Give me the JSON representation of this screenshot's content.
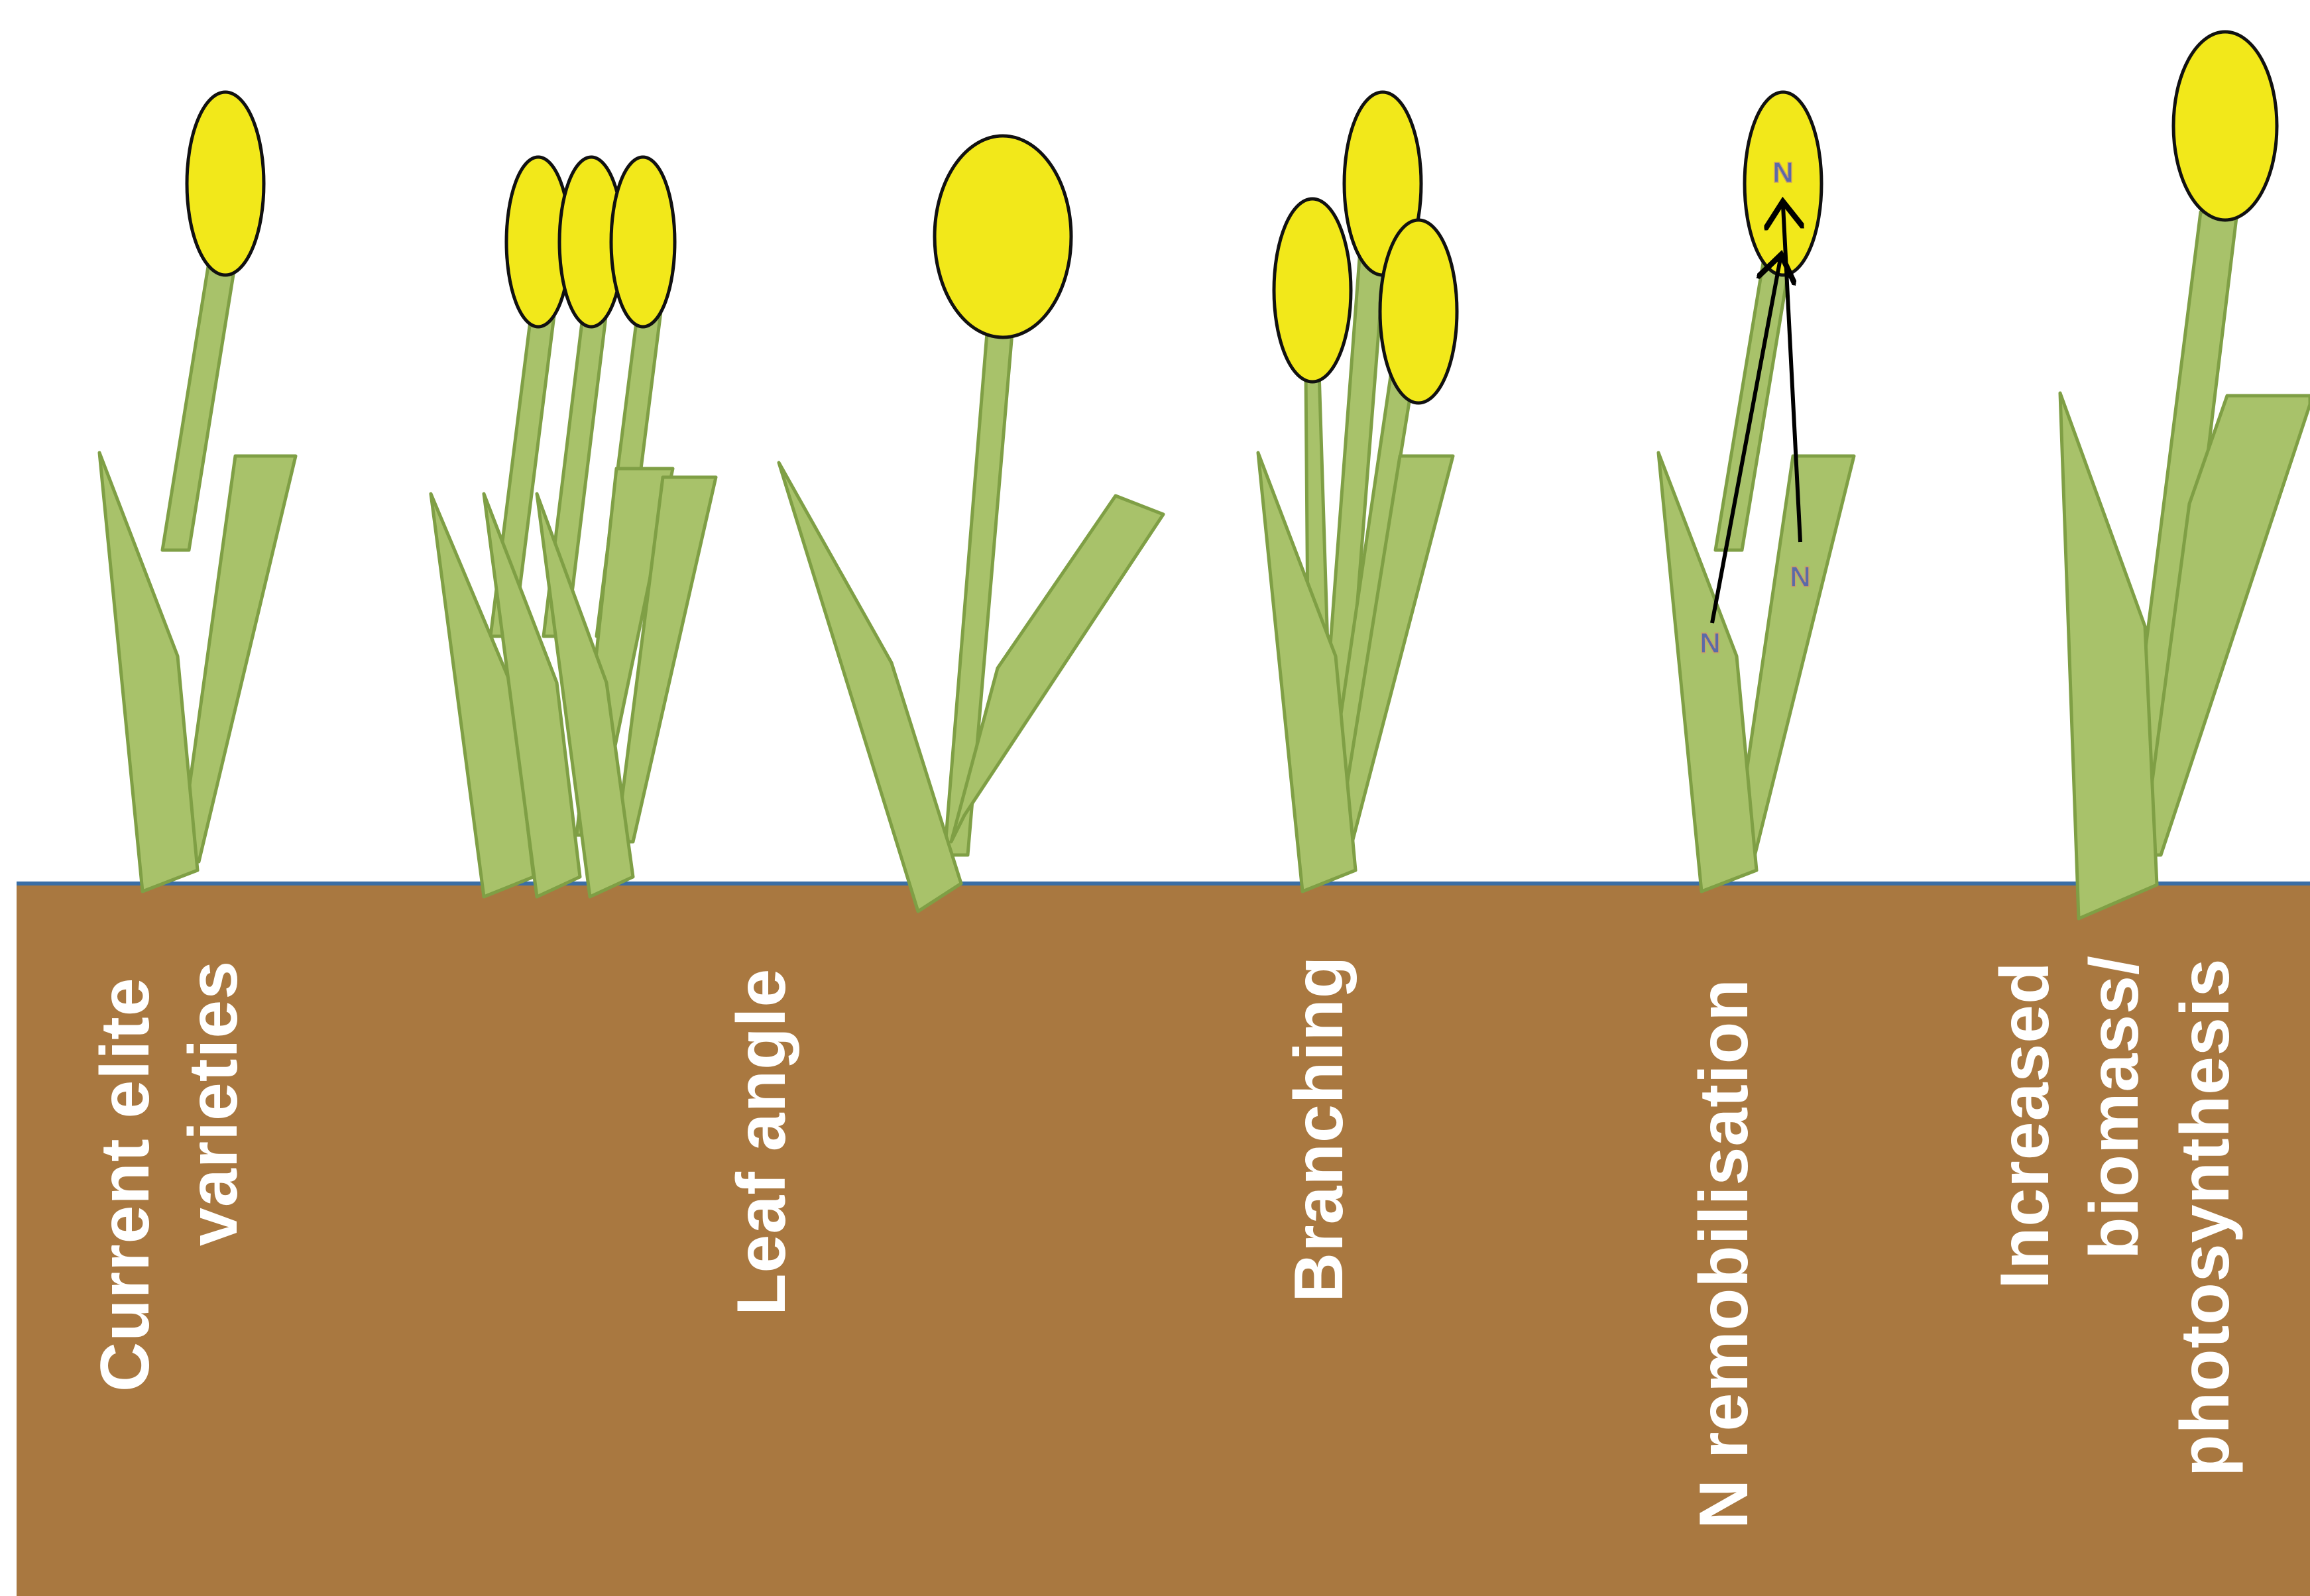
{
  "labels": {
    "current_elite_line1": "Current elite",
    "current_elite_line2": "varieties",
    "leaf_angle": "Leaf angle",
    "branching": "Branching",
    "n_remobilisation": "N remobilisation",
    "increased_line1": "Increased",
    "increased_line2": "biomass/",
    "increased_line3": "photosynthesis"
  },
  "n_remobilisation_marks": {
    "head": "N",
    "leaf_right": "N",
    "leaf_left": "N"
  },
  "colors": {
    "soil": "#a97840",
    "soil_line": "#3a6ea5",
    "plant": "#a8c26a",
    "plant_outline": "#7f9f45",
    "head": "#f2e81a",
    "label_text": "#ffffff"
  }
}
